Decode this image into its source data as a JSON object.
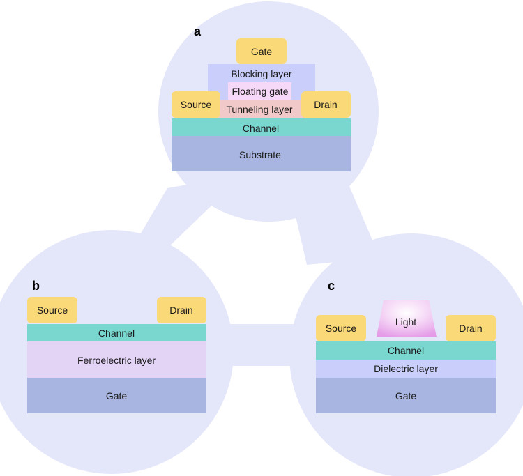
{
  "colors": {
    "background_blob": "#e4e6fa",
    "electrode": "#fad978",
    "channel": "#79d7d0",
    "substrate": "#a8b5e1",
    "blocking": "#c9cefa",
    "floating": "#f6d8f8",
    "tunneling": "#f0c9c8",
    "ferroelectric": "#e3d4f6",
    "dielectric": "#c9cefa",
    "light": "#eaa6ec"
  },
  "panel_a": {
    "letter": "a",
    "gate": "Gate",
    "blocking": "Blocking layer",
    "floating": "Floating gate",
    "source": "Source",
    "tunneling": "Tunneling layer",
    "drain": "Drain",
    "channel": "Channel",
    "substrate": "Substrate"
  },
  "panel_b": {
    "letter": "b",
    "source": "Source",
    "drain": "Drain",
    "channel": "Channel",
    "ferroelectric": "Ferroelectric layer",
    "gate": "Gate"
  },
  "panel_c": {
    "letter": "c",
    "source": "Source",
    "light": "Light",
    "drain": "Drain",
    "channel": "Channel",
    "dielectric": "Dielectric layer",
    "gate": "Gate"
  }
}
